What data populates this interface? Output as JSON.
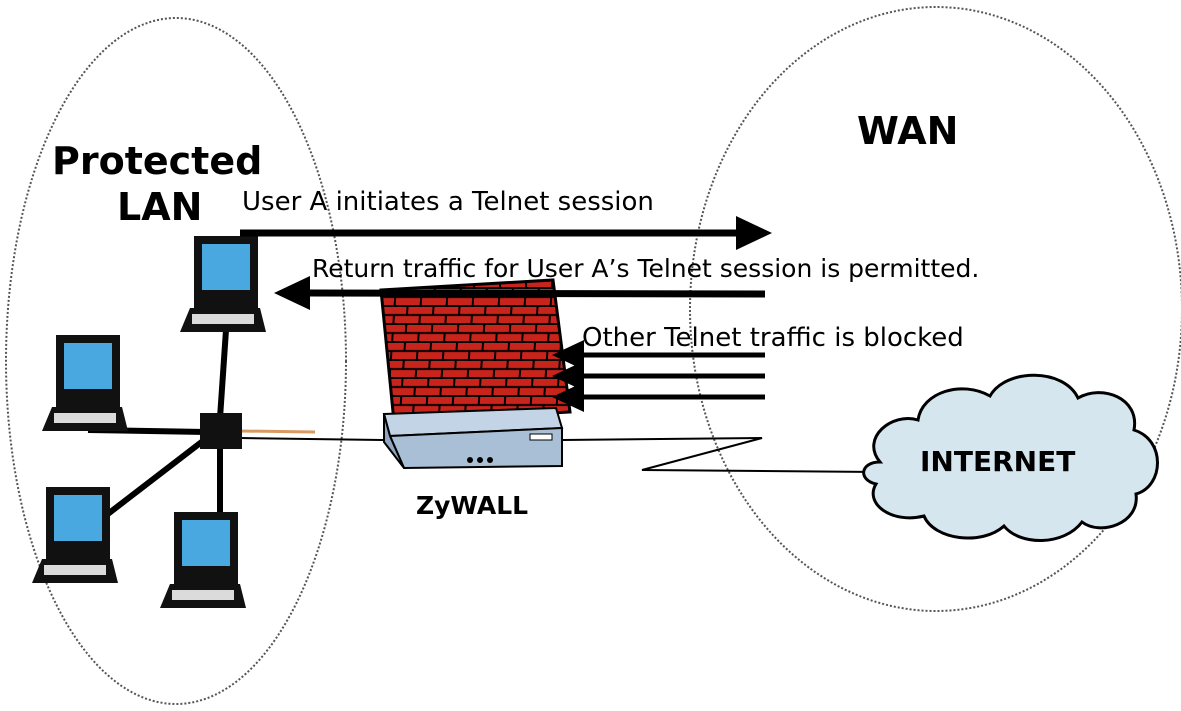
{
  "regions": {
    "lan_line1": "Protected",
    "lan_line2": "LAN",
    "wan": "WAN"
  },
  "annotations": {
    "initiate": "User A initiates a Telnet session",
    "return_traffic": "Return traffic for User A’s Telnet session is permitted.",
    "blocked": "Other Telnet traffic is blocked"
  },
  "device": {
    "name": "ZyWALL"
  },
  "cloud": {
    "label": "INTERNET"
  },
  "colors": {
    "brick": "#c8241c",
    "mortar": "#000000",
    "screen": "#4aa8e0",
    "device_body": "#a9bfd6",
    "cloud_fill": "#d6e6ef",
    "line": "#000000"
  }
}
